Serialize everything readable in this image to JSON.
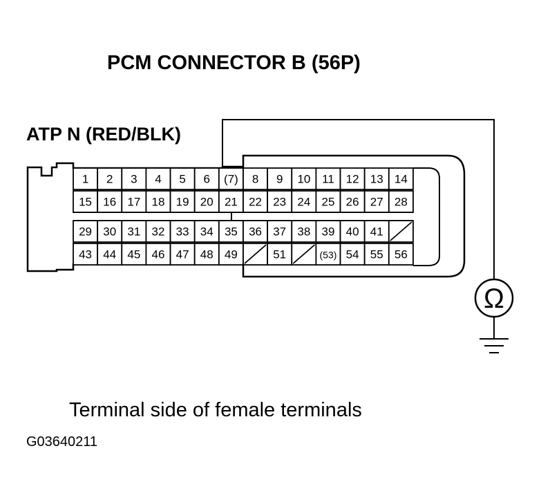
{
  "title": "PCM CONNECTOR B (56P)",
  "pin_label": "ATP N (RED/BLK)",
  "meter_symbol": "Ω",
  "caption": "Terminal side of female terminals",
  "figure_code": "G03640211",
  "connector": {
    "rows": [
      [
        "1",
        "2",
        "3",
        "4",
        "5",
        "6",
        "(7)",
        "8",
        "9",
        "10",
        "11",
        "12",
        "13",
        "14"
      ],
      [
        "15",
        "16",
        "17",
        "18",
        "19",
        "20",
        "21",
        "22",
        "23",
        "24",
        "25",
        "26",
        "27",
        "28"
      ],
      [
        "29",
        "30",
        "31",
        "32",
        "33",
        "34",
        "35",
        "36",
        "37",
        "38",
        "39",
        "40",
        "41",
        ""
      ],
      [
        "43",
        "44",
        "45",
        "46",
        "47",
        "48",
        "49",
        "",
        "51",
        "",
        "(53)",
        "54",
        "55",
        "56"
      ]
    ],
    "blank_cells": [
      {
        "row": 2,
        "col": 13
      },
      {
        "row": 3,
        "col": 7
      },
      {
        "row": 3,
        "col": 9
      }
    ],
    "probe_terminal": "(7)"
  }
}
